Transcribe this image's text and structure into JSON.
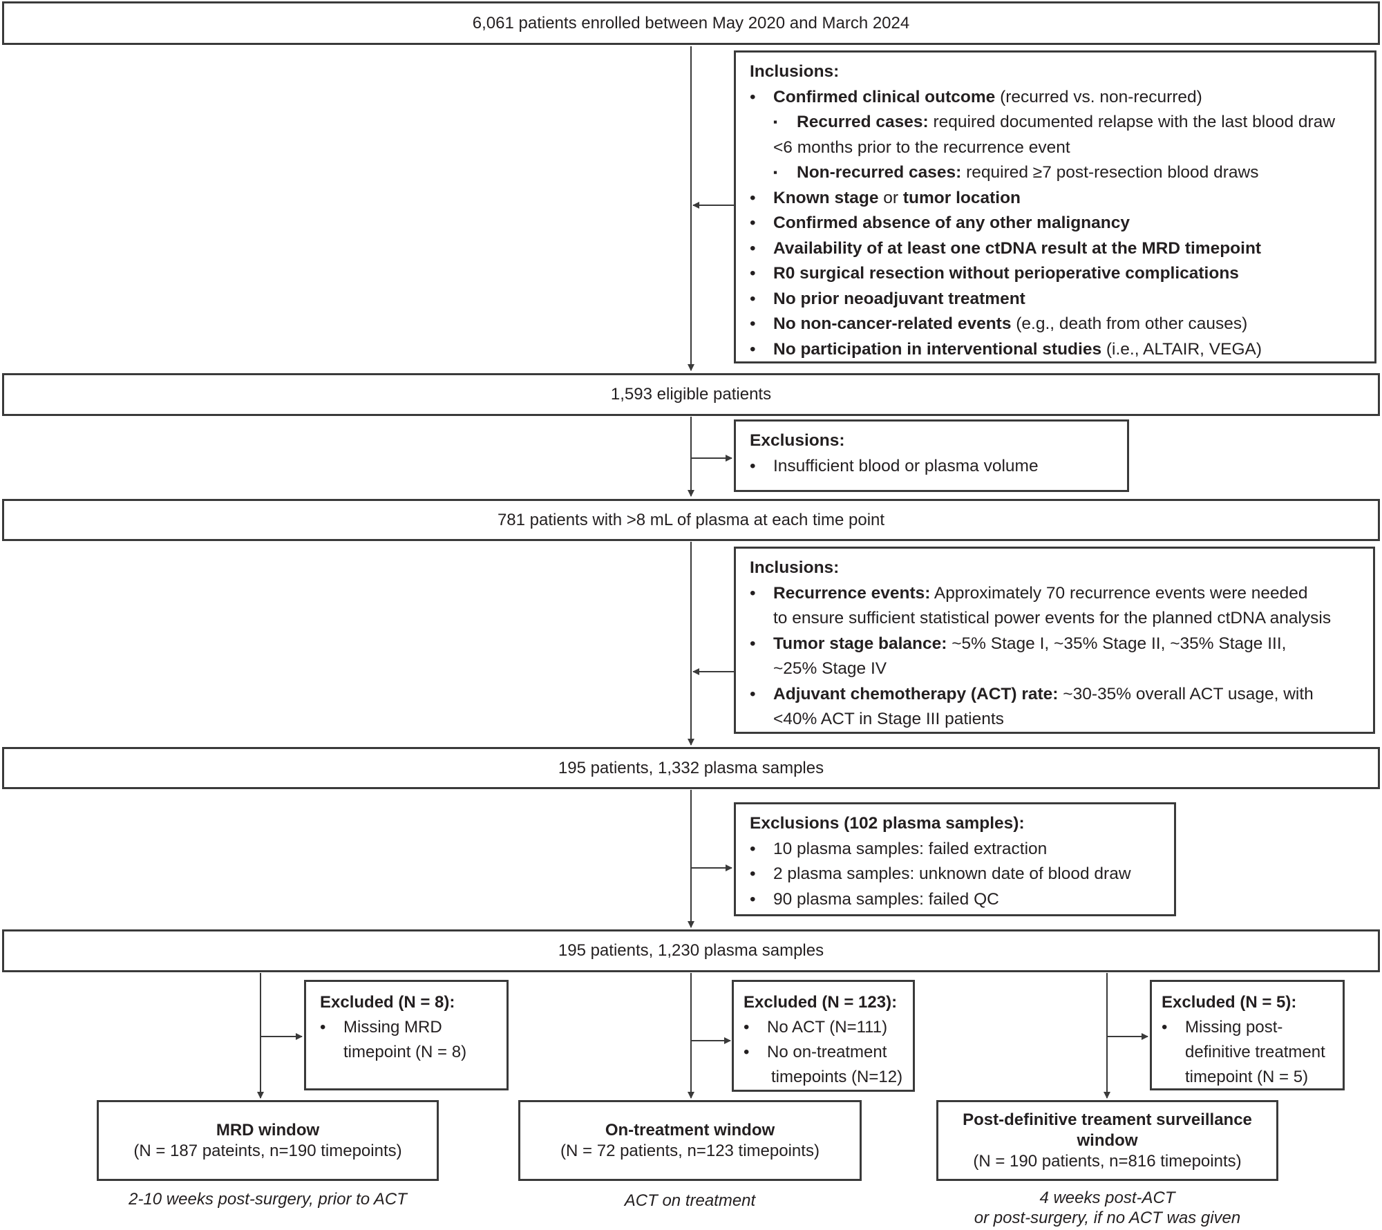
{
  "enrolled": "6,061 patients enrolled between May 2020 and March 2024",
  "inclusions1": {
    "heading": "Inclusions:",
    "items": [
      {
        "b": "Confirmed clinical outcome",
        "t": " (recurred vs. non-recurred)"
      },
      {
        "b": "Recurred cases:",
        "t": " required documented relapse with the last blood draw",
        "t2": "<6 months prior to the recurrence event"
      },
      {
        "b": "Non-recurred cases:",
        "t": " required ≥7 post-resection blood draws"
      },
      {
        "b": "Known stage",
        "t": " or ",
        "b2": "tumor location"
      },
      {
        "b": "Confirmed absence of any other malignancy"
      },
      {
        "b": "Availability of at least one ctDNA result at the MRD timepoint"
      },
      {
        "b": "R0 surgical resection without perioperative complications"
      },
      {
        "b": "No prior neoadjuvant treatment"
      },
      {
        "b": "No non-cancer-related events",
        "t": " (e.g., death from other causes)"
      },
      {
        "b": "No participation in interventional studies",
        "t": " (i.e., ALTAIR, VEGA)"
      }
    ]
  },
  "eligible": "1,593 eligible patients",
  "exclusions1": {
    "heading": "Exclusions:",
    "items": [
      "Insufficient blood or plasma volume"
    ]
  },
  "plasma781": "781 patients with >8 mL of plasma at each time point",
  "inclusions2": {
    "heading": "Inclusions:",
    "items": [
      {
        "b": "Recurrence events:",
        "t": " Approximately 70 recurrence events were needed",
        "t2": "to ensure sufficient statistical power events for the planned ctDNA analysis"
      },
      {
        "b": "Tumor stage balance:",
        "t": " ~5% Stage I, ~35% Stage II, ~35% Stage III,",
        "t2": " ~25% Stage IV"
      },
      {
        "b": "Adjuvant chemotherapy (ACT) rate:",
        "t": " ~30-35% overall ACT usage, with",
        "t2": "<40% ACT in Stage III patients"
      }
    ]
  },
  "samples1332": "195 patients, 1,332 plasma samples",
  "exclusions2": {
    "heading": "Exclusions (102 plasma samples):",
    "items": [
      "10 plasma samples: failed extraction",
      "2 plasma samples: unknown date of blood draw",
      "90 plasma samples: failed QC"
    ]
  },
  "samples1230": "195 patients, 1,230 plasma samples",
  "excl_mrd": {
    "heading": "Excluded (N = 8):",
    "line1": "Missing MRD",
    "line2": "timepoint (N = 8)"
  },
  "excl_ontx": {
    "heading": "Excluded (N = 123):",
    "item1": "No ACT (N=111)",
    "item2a": "No on-treatment",
    "item2b": "timepoints (N=12)"
  },
  "excl_post": {
    "heading": "Excluded (N = 5):",
    "line1": "Missing post-",
    "line2": "definitive treatment",
    "line3": "timepoint (N = 5)"
  },
  "mrd": {
    "title": "MRD window",
    "detail": "(N = 187 pateints, n=190 timepoints)",
    "caption": "2-10 weeks post-surgery, prior to ACT"
  },
  "ontx": {
    "title": "On-treatment window",
    "detail": "(N = 72 patients, n=123 timepoints)",
    "caption": "ACT on treatment"
  },
  "post": {
    "title1": "Post-definitive treament surveillance",
    "title2": "window",
    "detail": "(N = 190 patients, n=816 timepoints)",
    "caption1": "4 weeks post-ACT",
    "caption2": "or post-surgery, if no ACT was given"
  },
  "bullet": "•",
  "sub_bullet": "▪"
}
